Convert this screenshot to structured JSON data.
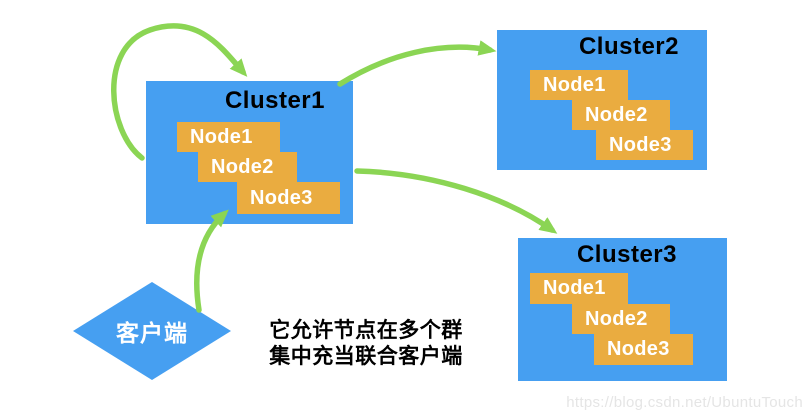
{
  "colors": {
    "cluster_blue": "#469FF1",
    "node_orange": "#EAAC40",
    "arrow_green": "#8BD554",
    "title_text": "#000000",
    "node_text": "#FFFFFF",
    "watermark_gray": "#E5E5E5",
    "background": "#FFFFFF"
  },
  "clusters": [
    {
      "title": "Cluster1",
      "nodes": [
        "Node1",
        "Node2",
        "Node3"
      ]
    },
    {
      "title": "Cluster2",
      "nodes": [
        "Node1",
        "Node2",
        "Node3"
      ]
    },
    {
      "title": "Cluster3",
      "nodes": [
        "Node1",
        "Node2",
        "Node3"
      ]
    }
  ],
  "client": {
    "label": "客户端"
  },
  "caption": {
    "line1": "它允许节点在多个群",
    "line2": "集中充当联合客户端"
  },
  "edges": [
    {
      "from": "Cluster1-left",
      "to": "Cluster1-top",
      "style": "curved-loop"
    },
    {
      "from": "Cluster1",
      "to": "Cluster2",
      "style": "curved"
    },
    {
      "from": "Cluster1",
      "to": "Cluster3",
      "style": "curved"
    },
    {
      "from": "客户端",
      "to": "Cluster1-Node3",
      "style": "curved"
    }
  ],
  "watermark": "https://blog.csdn.net/UbuntuTouch"
}
